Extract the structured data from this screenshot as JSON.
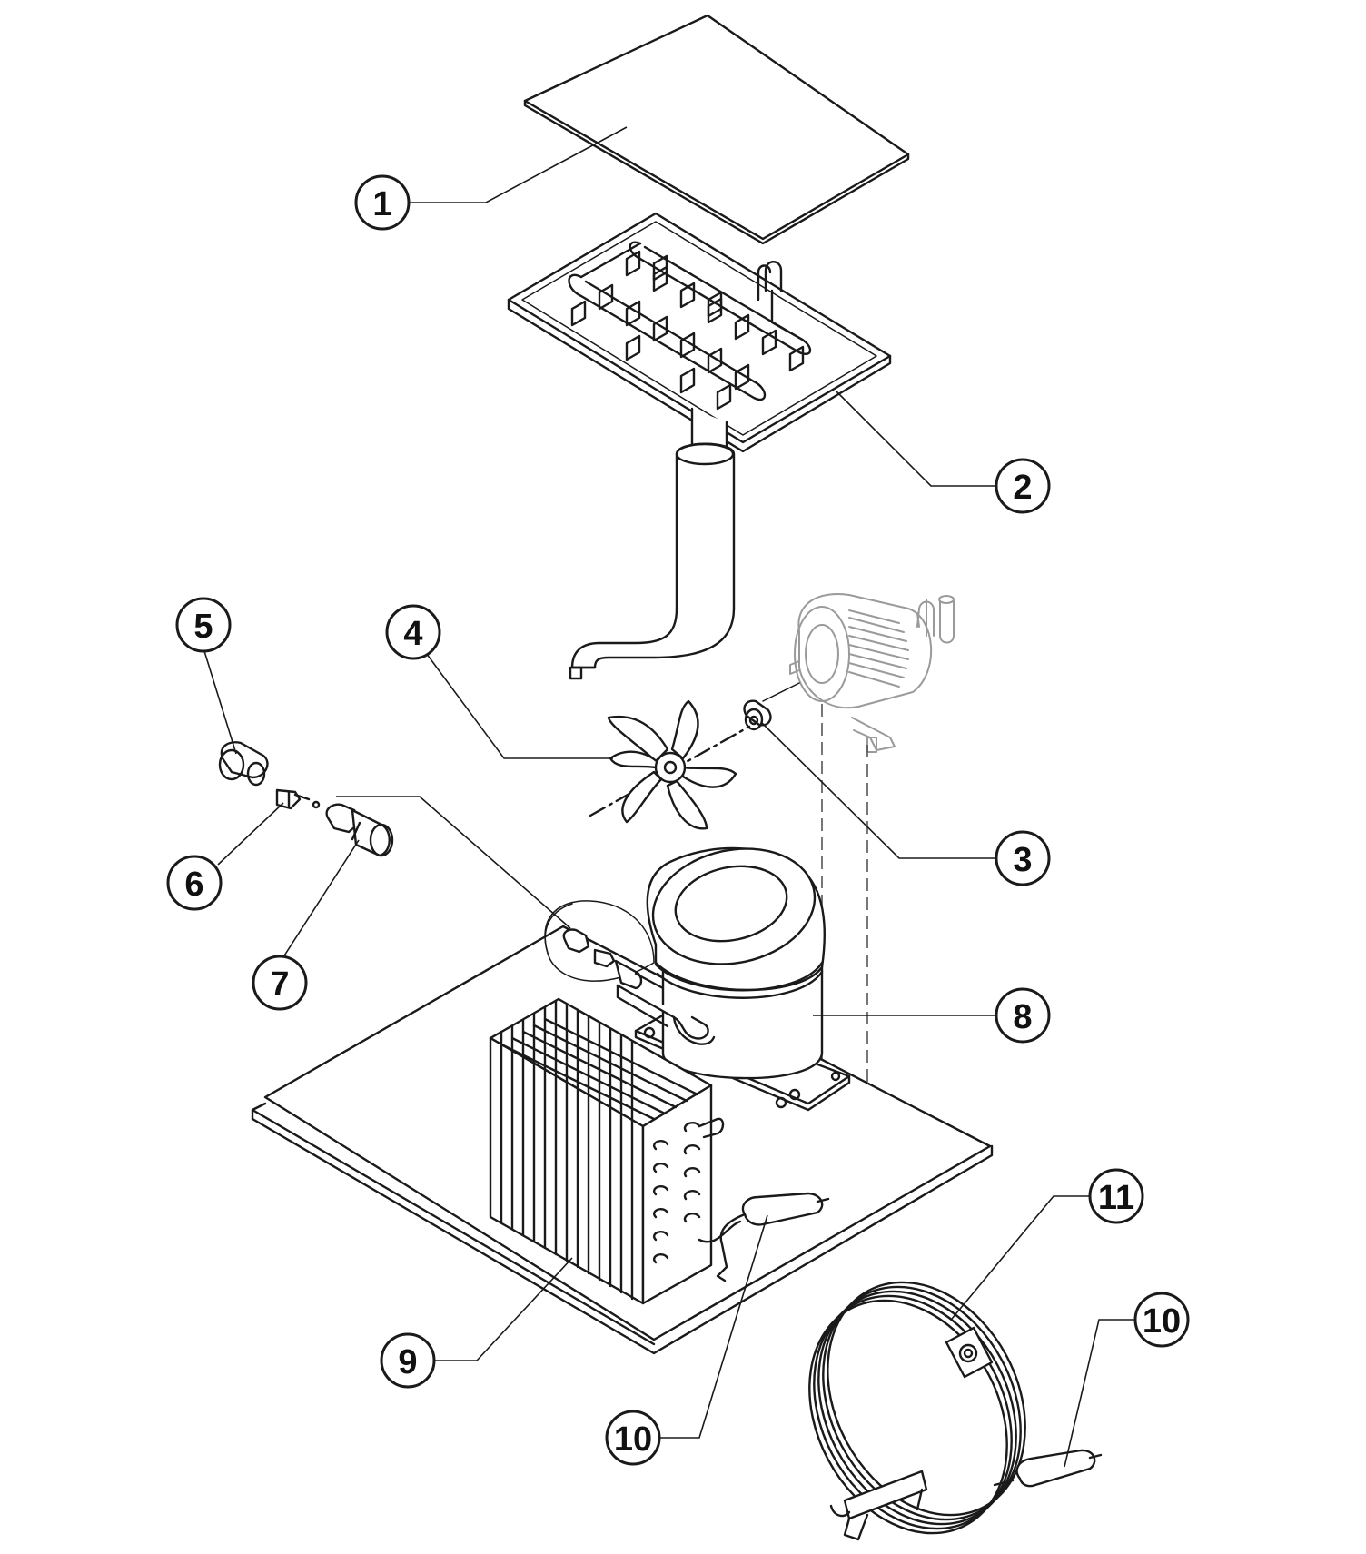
{
  "callouts": [
    {
      "id": "c1",
      "label": "1"
    },
    {
      "id": "c2",
      "label": "2"
    },
    {
      "id": "c3",
      "label": "3"
    },
    {
      "id": "c4",
      "label": "4"
    },
    {
      "id": "c5",
      "label": "5"
    },
    {
      "id": "c6",
      "label": "6"
    },
    {
      "id": "c7",
      "label": "7"
    },
    {
      "id": "c8",
      "label": "8"
    },
    {
      "id": "c9",
      "label": "9"
    },
    {
      "id": "c10a",
      "label": "10"
    },
    {
      "id": "c11",
      "label": "11"
    },
    {
      "id": "c10b",
      "label": "10"
    }
  ]
}
